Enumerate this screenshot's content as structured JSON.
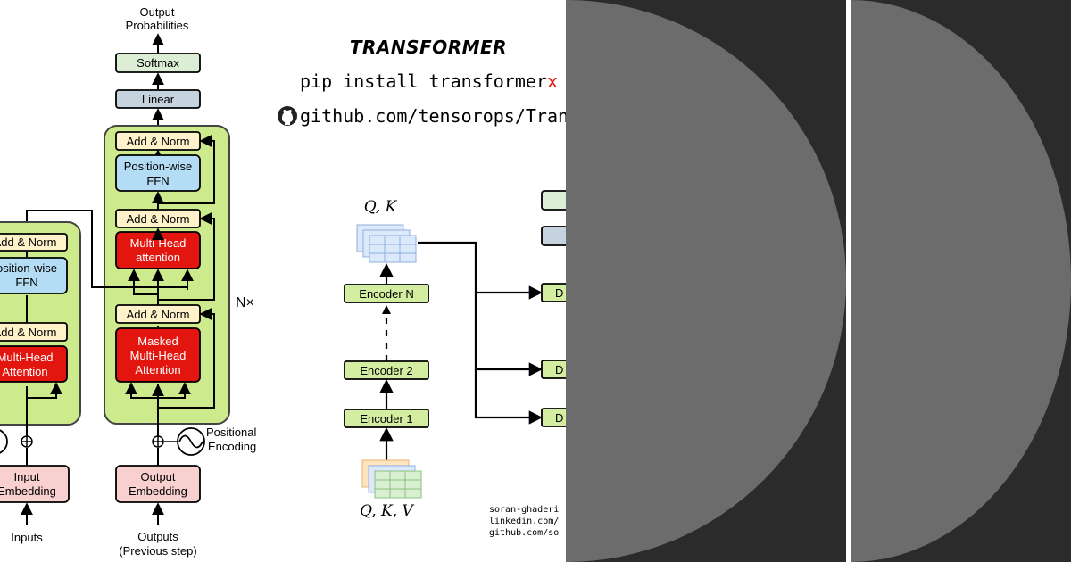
{
  "header": {
    "title": "TRANSFORMER",
    "pip_prefix": "pip install transformer",
    "pip_suffix": "x",
    "github_url": "github.com/tensorops/Tran"
  },
  "architecture": {
    "output_probabilities_line1": "Output",
    "output_probabilities_line2": "Probabilities",
    "softmax": "Softmax",
    "linear": "Linear",
    "decoder": {
      "add_norm_top": "Add & Norm",
      "ffn_line1": "Position-wise",
      "ffn_line2": "FFN",
      "add_norm_mid": "Add & Norm",
      "mha_line1": "Multi-Head",
      "mha_line2": "attention",
      "add_norm_bottom": "Add & Norm",
      "masked_line1": "Masked",
      "masked_line2": "Multi-Head",
      "masked_line3": "Attention",
      "repeat": "N×"
    },
    "encoder": {
      "add_norm_top": "Add & Norm",
      "ffn_line1": "osition-wise",
      "ffn_line2": "FFN",
      "add_norm_bottom": "Add & Norm",
      "mha_line1": "Multi-Head",
      "mha_line2": "Attention"
    },
    "positional_line1": "Positional",
    "positional_line2": "Encoding",
    "input_embedding_line1": "Input",
    "input_embedding_line2": "Embedding",
    "output_embedding_line1": "Output",
    "output_embedding_line2": "Embedding",
    "inputs": "Inputs",
    "outputs_line1": "Outputs",
    "outputs_line2": "(Previous step)"
  },
  "stack": {
    "qk_label": "Q, K",
    "qkv_label": "Q, K, V",
    "encoder_n": "Encoder N",
    "encoder_2": "Encoder 2",
    "encoder_1": "Encoder 1",
    "decoder_stub": "D"
  },
  "footer": {
    "line1": "soran-ghaderi",
    "line2": "linkedin.com/",
    "line3": "github.com/so"
  },
  "colors": {
    "green_fill": "#cdea8c",
    "green_box": "#d3eda1",
    "cream": "#fdf2c9",
    "blue": "#b4dcf4",
    "red": "#e3150f",
    "pink": "#f8d0cf",
    "grey_blue": "#c6d3df",
    "light_green": "#dcefd6",
    "dark_bg": "#2b2b2b",
    "circle": "#6c6c6c"
  },
  "icons": [
    "github-icon",
    "sine-wave-icon",
    "plus-circle-icon"
  ]
}
